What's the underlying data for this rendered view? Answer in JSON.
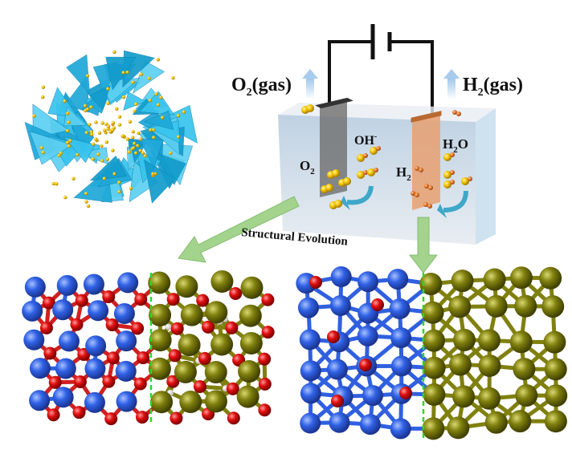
{
  "labels": {
    "o2_gas": "O",
    "o2_gas_sub": "2",
    "o2_gas_suffix": "(gas)",
    "h2_gas": "H",
    "h2_gas_sub": "2",
    "h2_gas_suffix": "(gas)",
    "oh": "OH",
    "oh_sup": "-",
    "o2": "O",
    "o2_sub": "2",
    "h2o_h": "H",
    "h2o_sub": "2",
    "h2o_o": "O",
    "h2": "H",
    "h2_sub": "2",
    "structural_evolution": "Structural Evolution"
  },
  "colors": {
    "nanoflower": "#29b6e3",
    "particle": "#f2c200",
    "oxygen_atom": "#e01010",
    "metal_atom": "#2f5fe0",
    "second_metal_atom": "#7f7f10",
    "hydrogen_atom": "#ffffff",
    "arrow": "#9ccf86",
    "interface": "#22dd22",
    "anode": "#777777",
    "cathode": "#e8a070",
    "circulation_arrow": "#3ea8c8"
  }
}
